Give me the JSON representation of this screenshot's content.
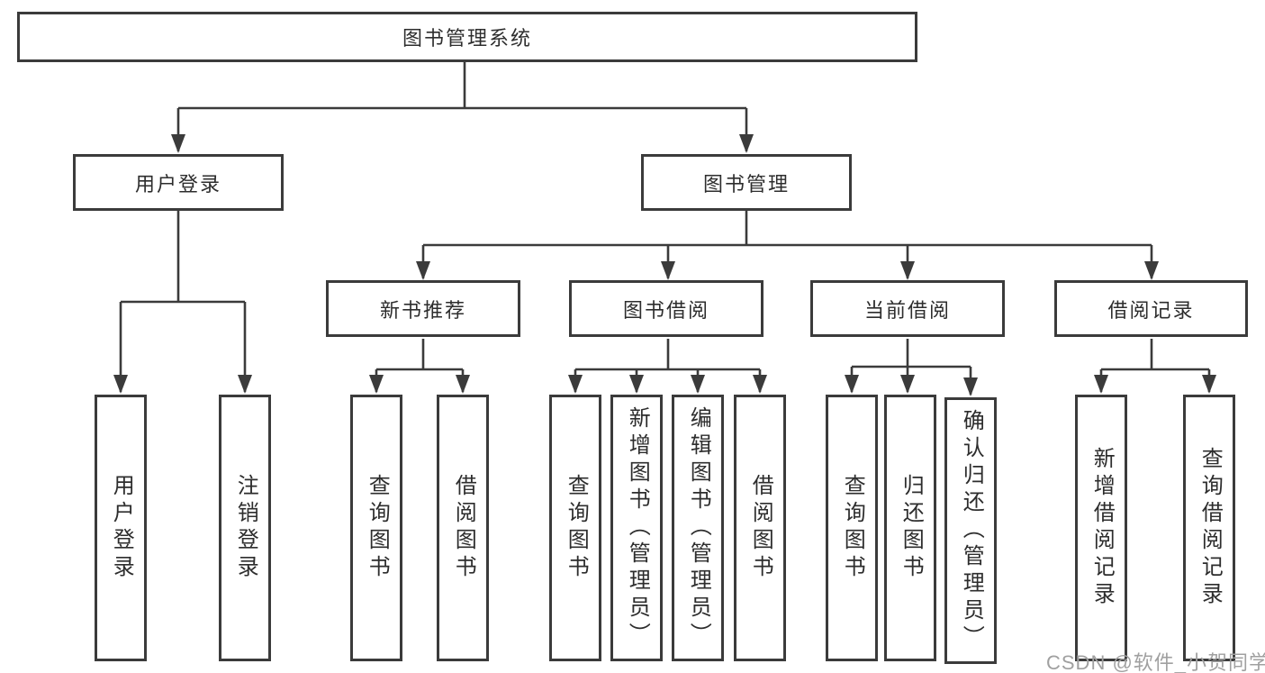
{
  "tree": {
    "label": "图书管理系统",
    "children": [
      {
        "label": "用户登录",
        "children": [
          {
            "label": "用户登录"
          },
          {
            "label": "注销登录"
          }
        ]
      },
      {
        "label": "图书管理",
        "children": [
          {
            "label": "新书推荐",
            "children": [
              {
                "label": "查询图书"
              },
              {
                "label": "借阅图书"
              }
            ]
          },
          {
            "label": "图书借阅",
            "children": [
              {
                "label": "查询图书"
              },
              {
                "label": "新增图书（管理员）"
              },
              {
                "label": "编辑图书（管理员）"
              },
              {
                "label": "借阅图书"
              }
            ]
          },
          {
            "label": "当前借阅",
            "children": [
              {
                "label": "查询图书"
              },
              {
                "label": "归还图书"
              },
              {
                "label": "确认归还（管理员）"
              }
            ]
          },
          {
            "label": "借阅记录",
            "children": [
              {
                "label": "新增借阅记录"
              },
              {
                "label": "查询借阅记录"
              }
            ]
          }
        ]
      }
    ]
  },
  "watermark": {
    "text": "CSDN @软件_小贺同学"
  },
  "colors": {
    "line": "#3b3b3b",
    "text": "#2d2d2d",
    "watermark": "#a0a0a0",
    "background": "#ffffff"
  }
}
